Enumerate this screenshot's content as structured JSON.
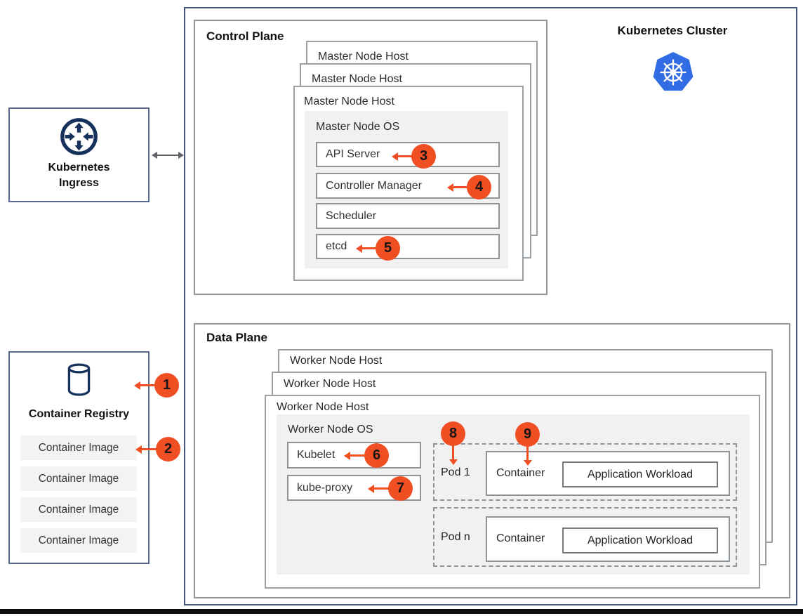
{
  "cluster": {
    "title": "Kubernetes Cluster"
  },
  "ingress": {
    "label_line1": "Kubernetes",
    "label_line2": "Ingress"
  },
  "registry": {
    "title": "Container Registry",
    "badge": "1",
    "image_badge": "2",
    "images": [
      "Container Image",
      "Container Image",
      "Container Image",
      "Container Image"
    ]
  },
  "control_plane": {
    "title": "Control Plane",
    "host_labels": [
      "Master Node Host",
      "Master Node Host",
      "Master Node Host"
    ],
    "os_label": "Master Node OS",
    "components": [
      {
        "label": "API Server",
        "badge": "3"
      },
      {
        "label": "Controller Manager",
        "badge": "4"
      },
      {
        "label": "Scheduler"
      },
      {
        "label": "etcd",
        "badge": "5"
      }
    ]
  },
  "data_plane": {
    "title": "Data Plane",
    "host_labels": [
      "Worker Node Host",
      "Worker Node Host",
      "Worker Node Host"
    ],
    "os_label": "Worker Node OS",
    "components": [
      {
        "label": "Kubelet",
        "badge": "6"
      },
      {
        "label": "kube-proxy",
        "badge": "7"
      }
    ],
    "pod_badge": "8",
    "container_badge": "9",
    "pods": [
      {
        "label": "Pod 1",
        "container": "Container",
        "workload": "Application Workload"
      },
      {
        "label": "Pod n",
        "container": "Container",
        "workload": "Application Workload"
      }
    ]
  },
  "colors": {
    "badge_orange": "#F04E23",
    "kubernetes_blue": "#326CE5",
    "icon_navy": "#16325C",
    "cluster_border": "#44567E",
    "panel_border": "#8F9499",
    "os_fill": "#F1F1F2"
  }
}
